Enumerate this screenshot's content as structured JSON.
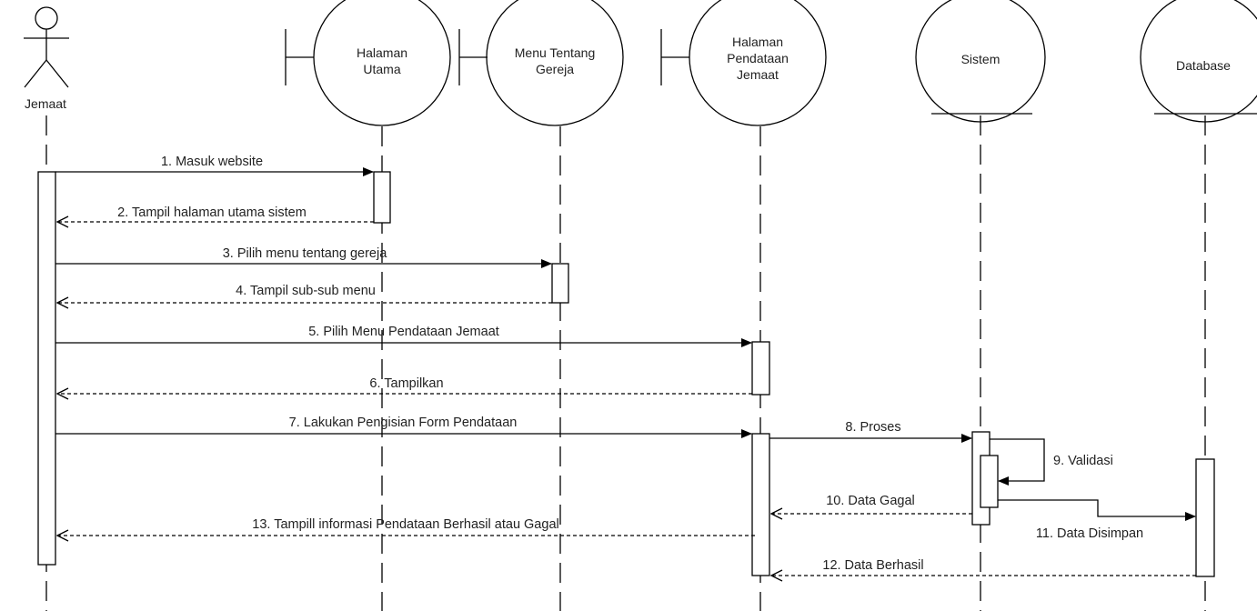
{
  "participants": {
    "jemaat": {
      "label": "Jemaat"
    },
    "halaman_utama": {
      "line1": "Halaman",
      "line2": "Utama"
    },
    "menu_tentang_gereja": {
      "line1": "Menu Tentang",
      "line2": "Gereja"
    },
    "halaman_pendataan_jemaat": {
      "line1": "Halaman",
      "line2": "Pendataan",
      "line3": "Jemaat"
    },
    "sistem": {
      "label": "Sistem"
    },
    "database": {
      "label": "Database"
    }
  },
  "messages": {
    "m1": "1. Masuk website",
    "m2": "2. Tampil halaman utama sistem",
    "m3": "3. Pilih menu tentang gereja",
    "m4": "4. Tampil sub-sub menu",
    "m5": "5. Pilih Menu Pendataan Jemaat",
    "m6": "6. Tampilkan",
    "m7": "7. Lakukan Pengisian Form Pendataan",
    "m8": "8. Proses",
    "m9": "9. Validasi",
    "m10": "10. Data Gagal",
    "m11": "11. Data Disimpan",
    "m12": "12. Data Berhasil",
    "m13": "13. Tampill informasi  Pendataan Berhasil atau Gagal"
  }
}
